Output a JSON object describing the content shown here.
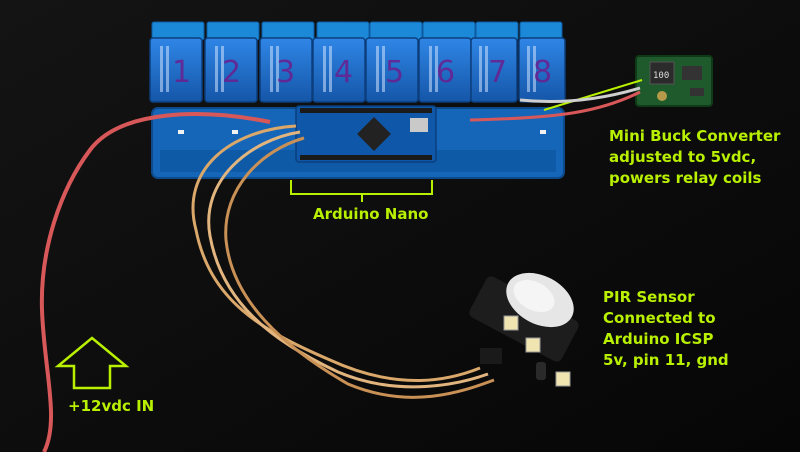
{
  "labels": {
    "buck_converter": [
      "Mini Buck Converter",
      "adjusted to 5vdc,",
      "powers relay coils"
    ],
    "arduino": "Arduino Nano",
    "pir": [
      "PIR Sensor",
      "Connected to",
      "Arduino ICSP",
      "5v, pin 11, gnd"
    ],
    "power_in": "+12vdc IN"
  },
  "relay_numbers": [
    "1",
    "2",
    "3",
    "4",
    "5",
    "6",
    "7",
    "8"
  ],
  "colors": {
    "label": "#b8f000",
    "background": "#0b0b0b",
    "pcb": "#1565b8",
    "relay": "#1e6fd0",
    "wire_red": "#d8585a",
    "wire_tan": "#d9a86a"
  }
}
